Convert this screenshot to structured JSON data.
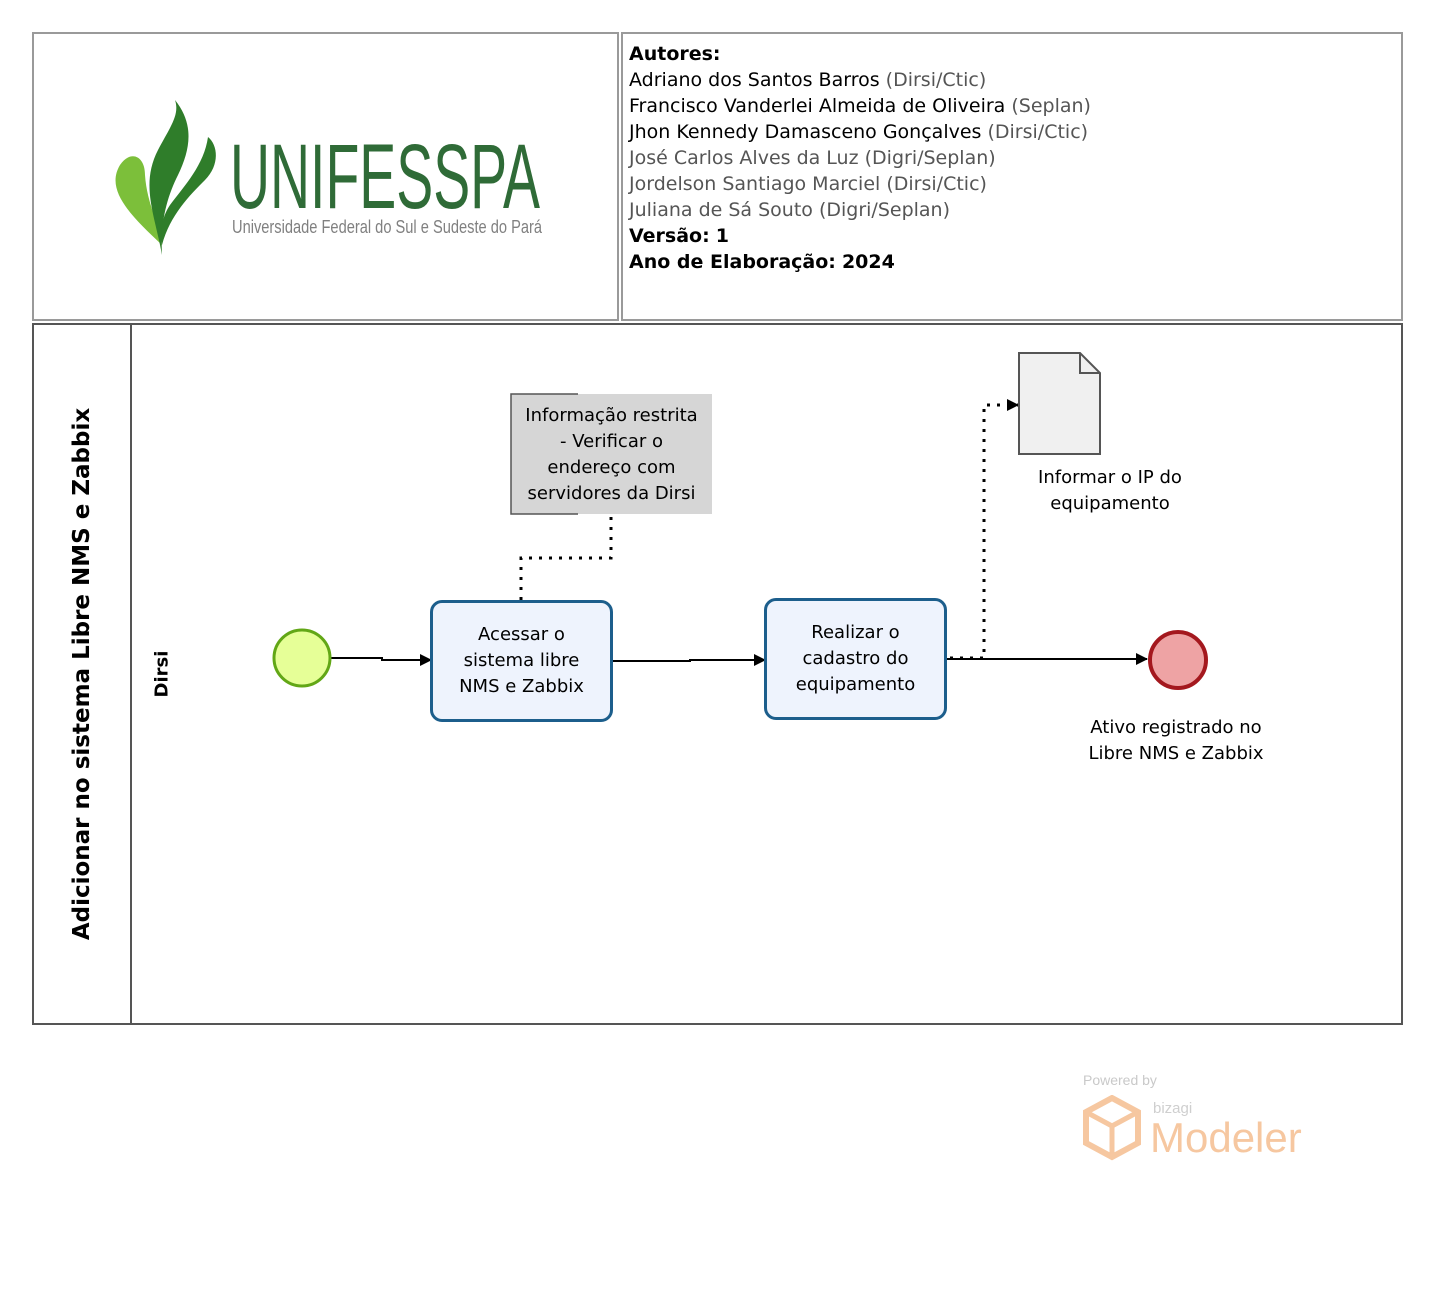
{
  "header": {
    "logo": {
      "wordmark": "UNIFESSPA",
      "tagline": "Universidade Federal do Sul e Sudeste do Pará"
    },
    "info": {
      "authors_label": "Autores:",
      "authors": [
        {
          "name": "Adriano dos Santos Barros",
          "org": "(Dirsi/Ctic)"
        },
        {
          "name": "Francisco Vanderlei Almeida de Oliveira",
          "org": "(Seplan)"
        },
        {
          "name": "Jhon Kennedy Damasceno Gonçalves",
          "org": "(Dirsi/Ctic)"
        },
        {
          "name": "José Carlos Alves da Luz",
          "org": "(Digri/Seplan)"
        },
        {
          "name": "Jordelson Santiago Marciel",
          "org": "(Dirsi/Ctic)"
        },
        {
          "name": "Juliana de Sá Souto",
          "org": "(Digri/Seplan)"
        }
      ],
      "version_label": "Versão:",
      "version_value": "1",
      "year_label": "Ano de Elaboração:",
      "year_value": "2024"
    }
  },
  "diagram": {
    "pool_title": "Adicionar no sistema Libre NMS e Zabbix",
    "lane_title": "Dirsi",
    "annotation": [
      "Informação restrita",
      "- Verificar o",
      "endereço com",
      "servidores da Dirsi"
    ],
    "task1": [
      "Acessar o",
      "sistema libre",
      "NMS e Zabbix"
    ],
    "task2": [
      "Realizar o",
      "cadastro do",
      "equipamento"
    ],
    "data_object_caption": [
      "Informar o IP do",
      "equipamento"
    ],
    "end_event_caption": [
      "Ativo registrado no",
      "Libre NMS e Zabbix"
    ],
    "colors": {
      "start_fill": "#e6ff97",
      "start_stroke": "#62a716",
      "end_fill": "#eea3a4",
      "end_stroke": "#a4181e",
      "task_fill": "#eef3fd",
      "task_stroke": "#1c5e8c",
      "annotation_fill": "#d6d6d6",
      "logo_green_dark": "#2f7d2a",
      "logo_green_light": "#7cbf3a"
    }
  },
  "watermark": {
    "powered_by": "Powered by",
    "brand": "bizagi",
    "product": "Modeler",
    "color": "#f6c7a0"
  }
}
